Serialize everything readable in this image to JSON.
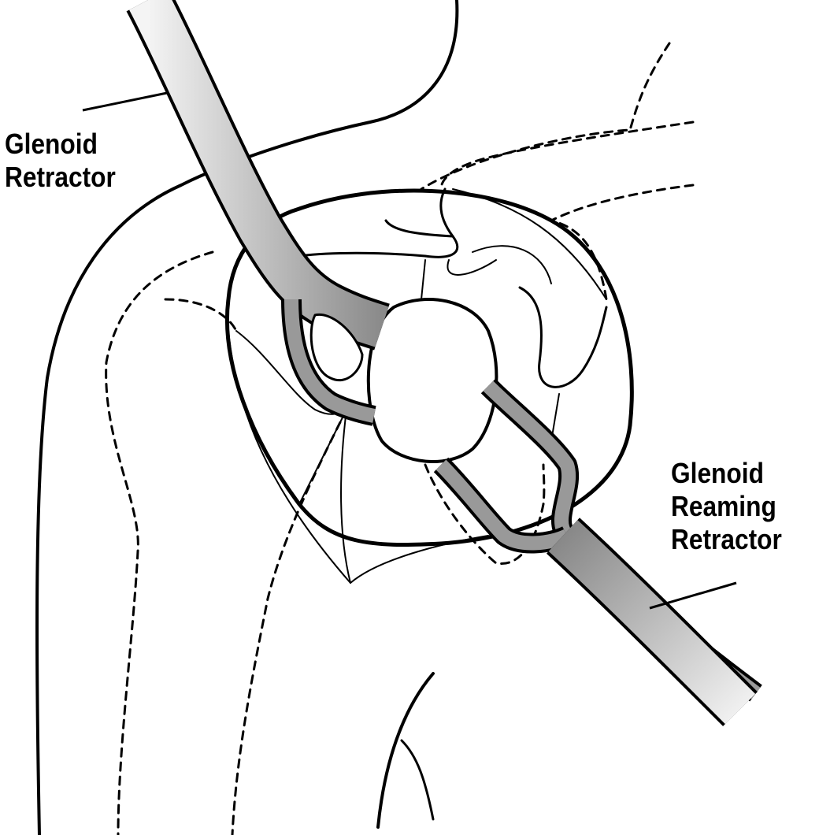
{
  "labels": {
    "glenoid_retractor": [
      "Glenoid",
      "Retractor"
    ],
    "glenoid_reaming_retractor": [
      "Glenoid",
      "Reaming",
      "Retractor"
    ]
  },
  "colors": {
    "line": "#000000",
    "instrument_light": "#f2f2f2",
    "instrument_dark": "#8c8c8c",
    "background": "#ffffff"
  }
}
